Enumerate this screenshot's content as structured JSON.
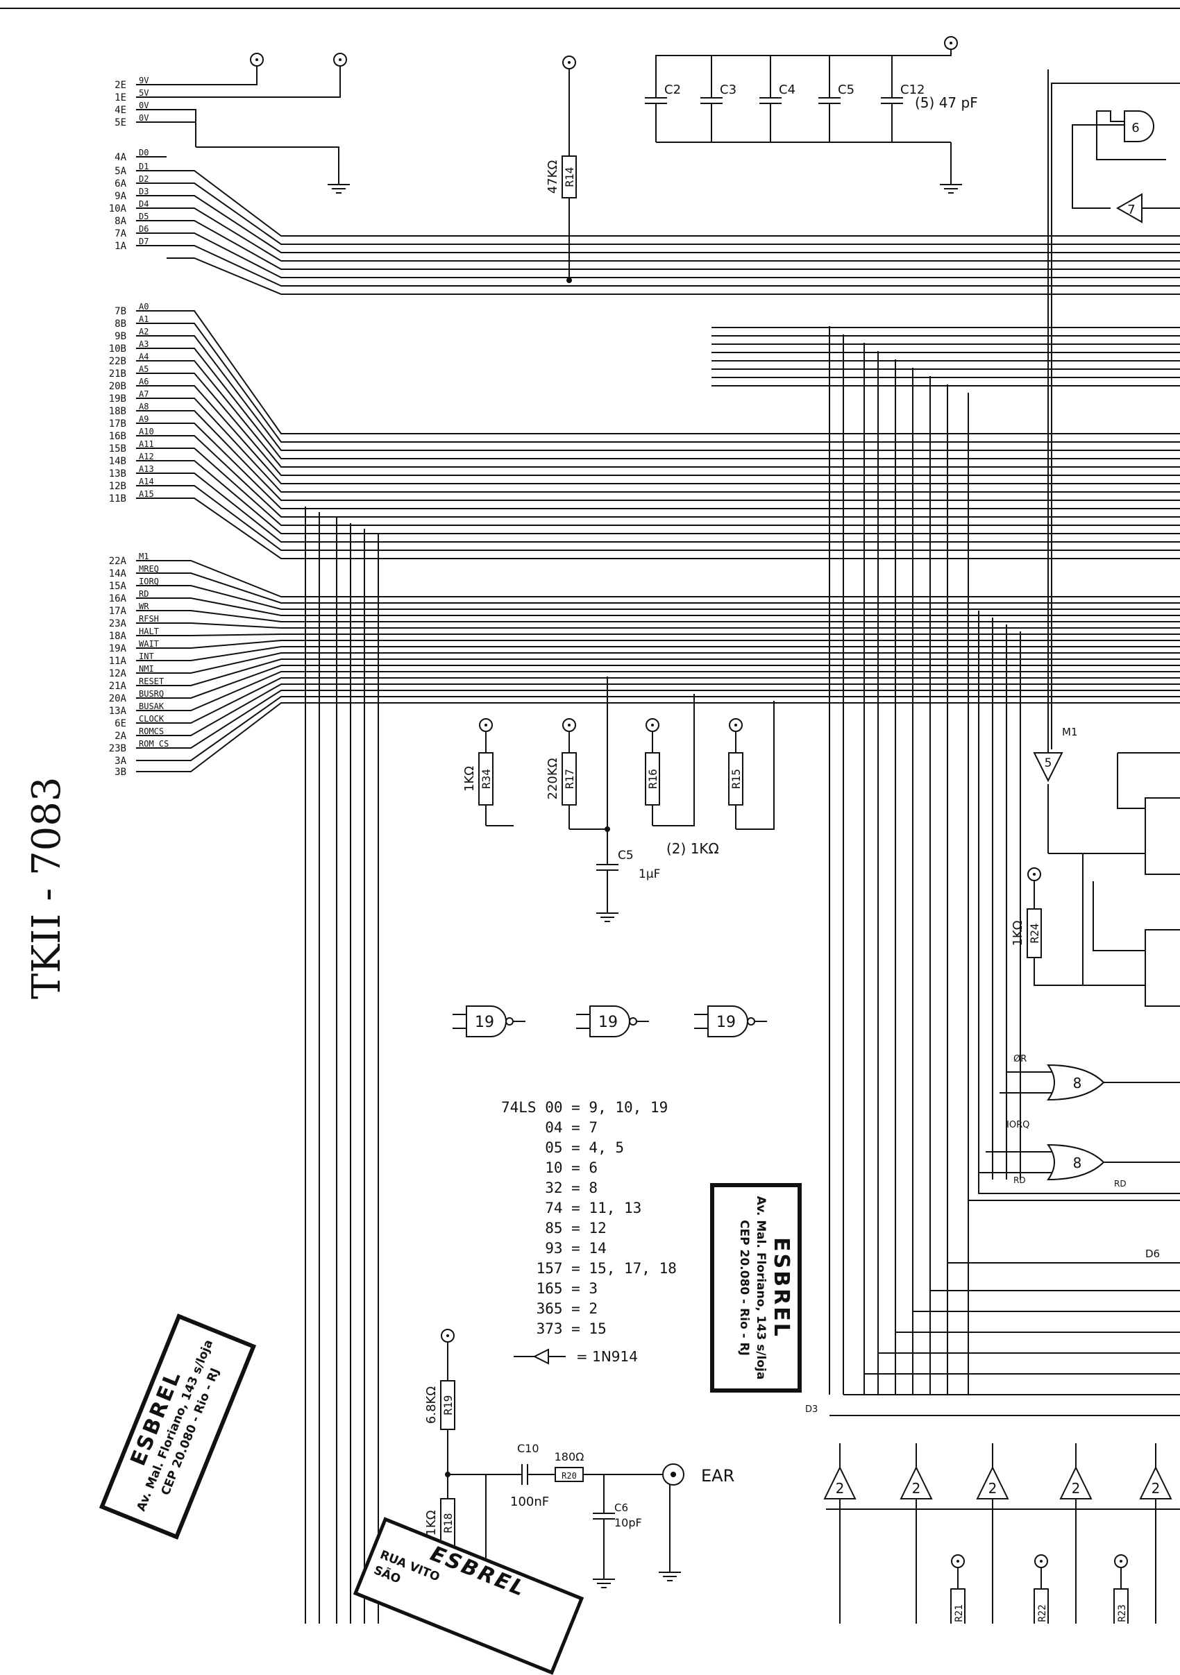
{
  "connector_pins": [
    {
      "pin": "2E",
      "sig": "9V"
    },
    {
      "pin": "1E",
      "sig": "5V"
    },
    {
      "pin": "4E",
      "sig": "0V"
    },
    {
      "pin": "5E",
      "sig": "0V"
    },
    {
      "pin": "4A",
      "sig": "D0"
    },
    {
      "pin": "5A",
      "sig": "D1"
    },
    {
      "pin": "6A",
      "sig": "D2"
    },
    {
      "pin": "9A",
      "sig": "D3"
    },
    {
      "pin": "10A",
      "sig": "D4"
    },
    {
      "pin": "8A",
      "sig": "D5"
    },
    {
      "pin": "7A",
      "sig": "D6"
    },
    {
      "pin": "1A",
      "sig": "D7"
    },
    {
      "pin": "7B",
      "sig": "A0"
    },
    {
      "pin": "8B",
      "sig": "A1"
    },
    {
      "pin": "9B",
      "sig": "A2"
    },
    {
      "pin": "10B",
      "sig": "A3"
    },
    {
      "pin": "22B",
      "sig": "A4"
    },
    {
      "pin": "21B",
      "sig": "A5"
    },
    {
      "pin": "20B",
      "sig": "A6"
    },
    {
      "pin": "19B",
      "sig": "A7"
    },
    {
      "pin": "18B",
      "sig": "A8"
    },
    {
      "pin": "17B",
      "sig": "A9"
    },
    {
      "pin": "16B",
      "sig": "A10"
    },
    {
      "pin": "15B",
      "sig": "A11"
    },
    {
      "pin": "14B",
      "sig": "A12"
    },
    {
      "pin": "13B",
      "sig": "A13"
    },
    {
      "pin": "12B",
      "sig": "A14"
    },
    {
      "pin": "11B",
      "sig": "A15"
    },
    {
      "pin": "22A",
      "sig": "M1"
    },
    {
      "pin": "14A",
      "sig": "MREQ"
    },
    {
      "pin": "15A",
      "sig": "IORQ"
    },
    {
      "pin": "16A",
      "sig": "RD"
    },
    {
      "pin": "17A",
      "sig": "WR"
    },
    {
      "pin": "23A",
      "sig": "RFSH"
    },
    {
      "pin": "18A",
      "sig": "HALT"
    },
    {
      "pin": "19A",
      "sig": "WAIT"
    },
    {
      "pin": "11A",
      "sig": "INT"
    },
    {
      "pin": "12A",
      "sig": "NMI"
    },
    {
      "pin": "21A",
      "sig": "RESET"
    },
    {
      "pin": "20A",
      "sig": "BUSRQ"
    },
    {
      "pin": "13A",
      "sig": "BUSAK"
    },
    {
      "pin": "6E",
      "sig": "CLOCK"
    },
    {
      "pin": "2A",
      "sig": "ROMCS"
    },
    {
      "pin": "23B",
      "sig": "ROM CS"
    },
    {
      "pin": "3A",
      "sig": ""
    },
    {
      "pin": "3B",
      "sig": ""
    }
  ],
  "resistors": {
    "r14": {
      "ref": "R14",
      "value": "47KΩ"
    },
    "r34": {
      "ref": "R34",
      "value": "1KΩ"
    },
    "r17": {
      "ref": "R17",
      "value": "220KΩ"
    },
    "r16": {
      "ref": "R16",
      "value": ""
    },
    "r15": {
      "ref": "R15",
      "value": ""
    },
    "r15_note": "(2)  1KΩ",
    "r24": {
      "ref": "R24",
      "value": "1KΩ"
    },
    "r19": {
      "ref": "R19",
      "value": "6.8KΩ"
    },
    "r18": {
      "ref": "R18",
      "value": "1KΩ"
    },
    "r20": {
      "ref": "R20",
      "value": "180Ω"
    },
    "r21": "R21",
    "r22": "R22",
    "r23": "R23"
  },
  "capacitors": {
    "c2": "C2",
    "c3": "C3",
    "c4": "C4",
    "c5": "C5",
    "c12": "C12",
    "bank_note": "(5) 47 pF",
    "c5b": {
      "ref": "C5",
      "value": "1µF"
    },
    "c10": {
      "ref": "C10",
      "value": "100nF"
    },
    "c6": {
      "ref": "C6",
      "value": "10pF"
    }
  },
  "gates": {
    "g6": "6",
    "g7": "7",
    "g5": "5",
    "g8a": "8",
    "g8b": "8",
    "g19": "19",
    "buf2": "2"
  },
  "signal_labels": {
    "m1": "M1",
    "mr": "ØR",
    "iorq": "IORQ",
    "rd": "RD",
    "rd2": "RD",
    "d6": "D6",
    "d3": "D3",
    "ear": "EAR",
    "diode_note": "= 1N914"
  },
  "ic_table": [
    "74LS 00 = 9, 10, 19",
    "     04 = 7",
    "     05 = 4, 5",
    "     10 = 6",
    "     32 = 8",
    "     74 = 11, 13",
    "     85 = 12",
    "     93 = 14",
    "    157 = 15, 17, 18",
    "    165 = 3",
    "    365 = 2",
    "    373 = 15"
  ],
  "stamp": {
    "name": "ESBREL",
    "addr": "Av. Mal. Floriano, 143 s/loja",
    "cep": "CEP 20.080 - Rio - RJ"
  },
  "stamp_bottom": {
    "name": "ESBREL",
    "addr": "RUA VITO",
    "city": "SÃO"
  },
  "handwriting": "TKII - 7083"
}
